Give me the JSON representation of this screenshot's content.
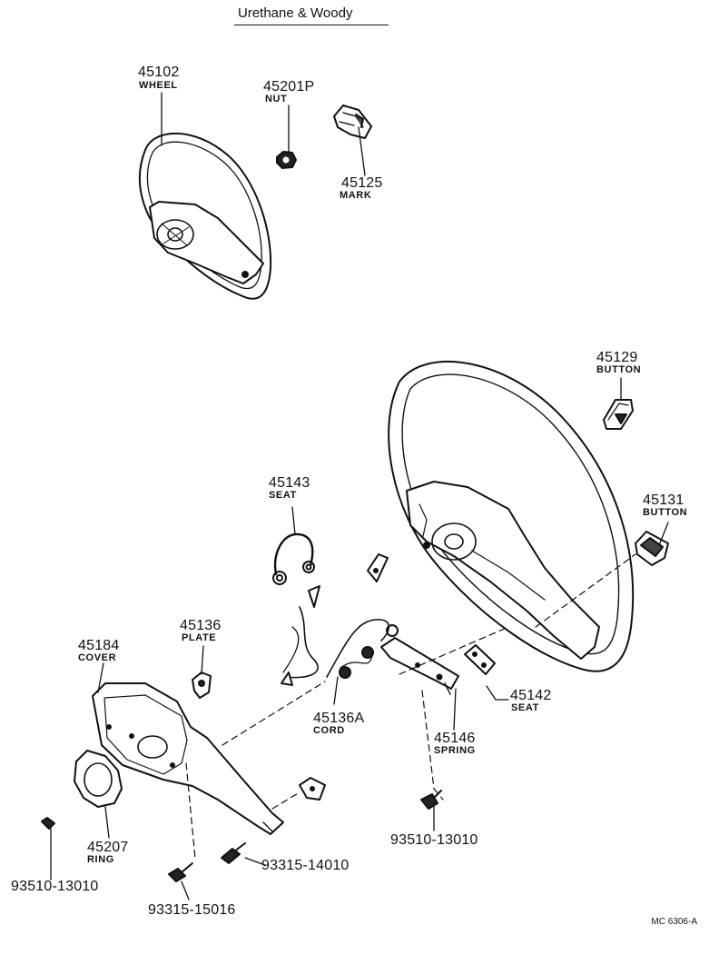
{
  "title": "Urethane & Woody",
  "drawing_code": "MC 6306-A",
  "parts": {
    "p45102": {
      "number": "45102",
      "name": "WHEEL"
    },
    "p45201p": {
      "number": "45201P",
      "name": "NUT"
    },
    "p45125": {
      "number": "45125",
      "name": "MARK"
    },
    "p45129": {
      "number": "45129",
      "name": "BUTTON"
    },
    "p45131": {
      "number": "45131",
      "name": "BUTTON"
    },
    "p45143": {
      "number": "45143",
      "name": "SEAT"
    },
    "p45136": {
      "number": "45136",
      "name": "PLATE"
    },
    "p45184": {
      "number": "45184",
      "name": "COVER"
    },
    "p45136a": {
      "number": "45136A",
      "name": "CORD"
    },
    "p45142": {
      "number": "45142",
      "name": "SEAT"
    },
    "p45146": {
      "number": "45146",
      "name": "SPRING"
    },
    "p45207": {
      "number": "45207",
      "name": "RING"
    }
  },
  "fasteners": {
    "screw_left": "93510-13010",
    "screw_mid": "93315-14010",
    "screw_bottom": "93315-15016",
    "screw_right": "93510-13010"
  }
}
